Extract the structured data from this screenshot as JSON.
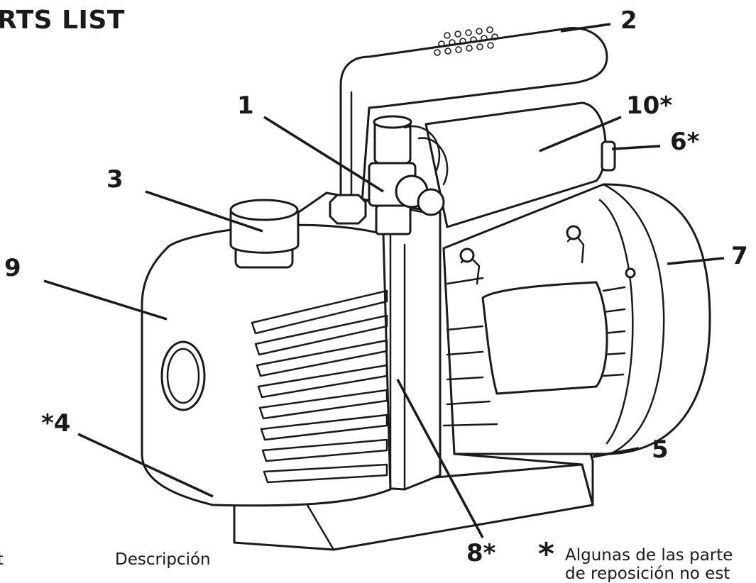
{
  "title": "RTS LIST",
  "callouts": {
    "c1": "1",
    "c2": "2",
    "c3": "3",
    "c4": "*4",
    "c5": "5",
    "c6": "6*",
    "c7": "7",
    "c8": "8*",
    "c9": "9",
    "c10": "10*"
  },
  "footnote": {
    "symbol": "*",
    "line1": "Algunas de las parte",
    "line2": "de reposición no est"
  },
  "table_header": {
    "left": "t",
    "right": "Descripción"
  }
}
